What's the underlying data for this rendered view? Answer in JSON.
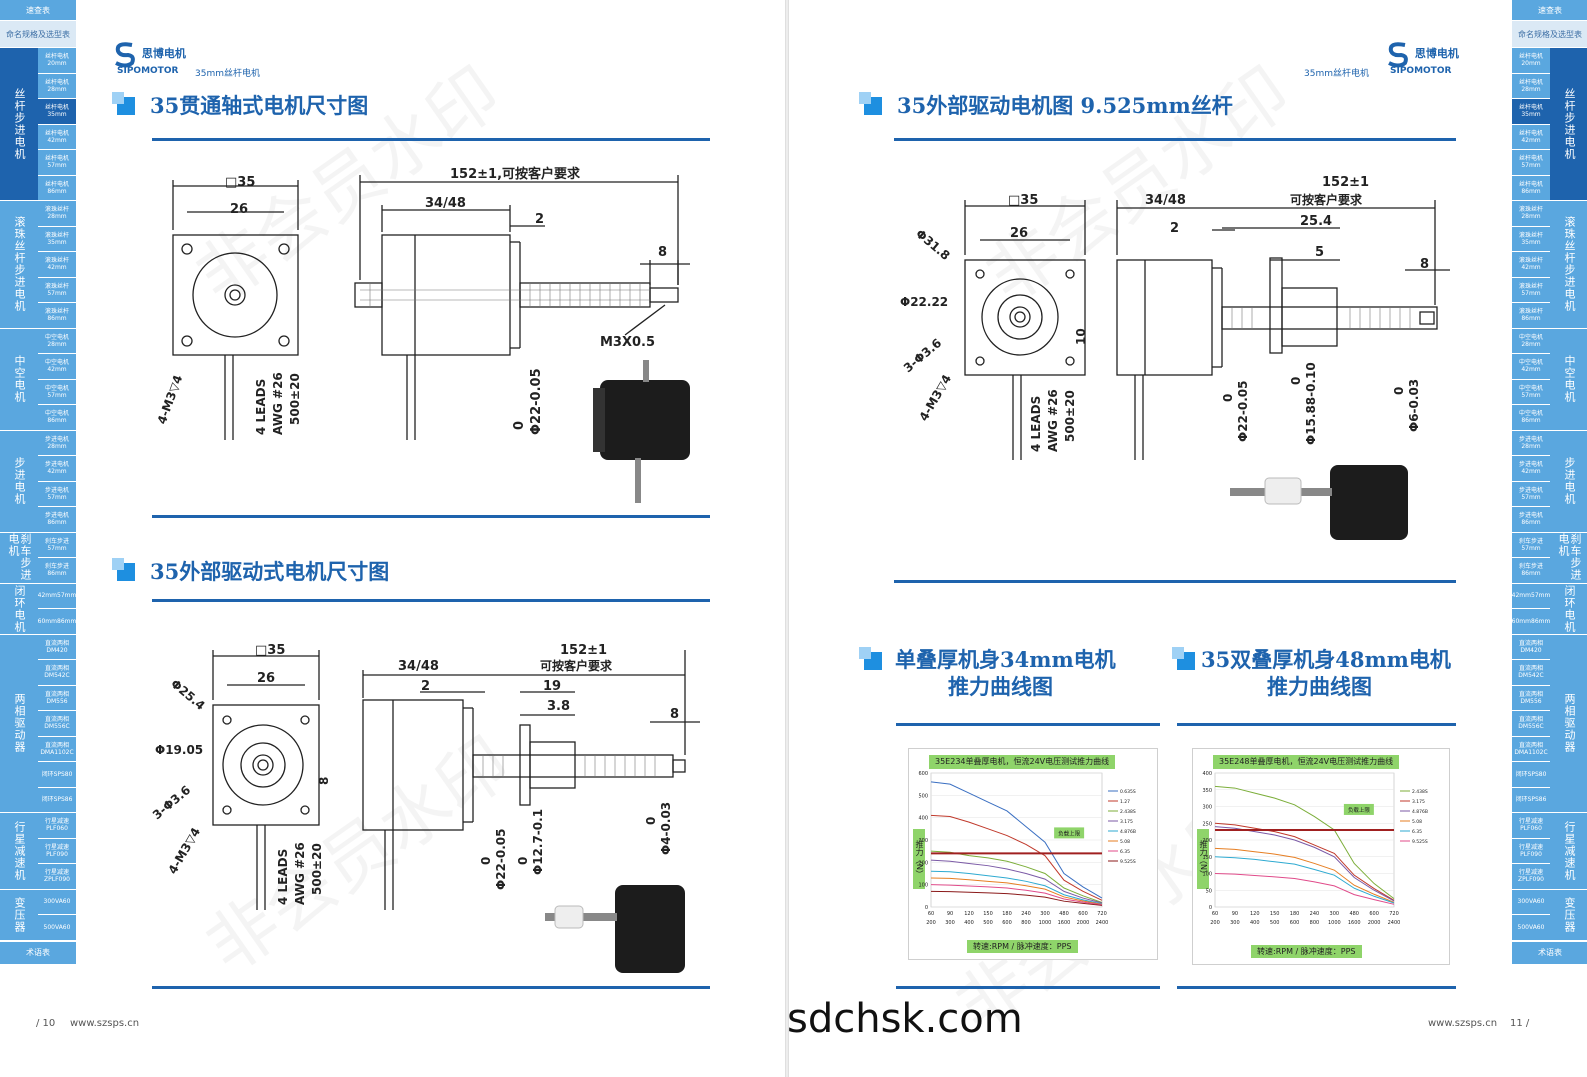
{
  "brand": {
    "name_cn": "思博电机",
    "name_en": "SIPOMOTOR",
    "subtitle": "35mm丝杆电机"
  },
  "nav": {
    "top_items": [
      "速查表",
      "命名规格及选型表"
    ],
    "groups": [
      {
        "label": "丝杆步进电机",
        "items": [
          "丝杆电机20mm",
          "丝杆电机28mm",
          "丝杆电机35mm",
          "丝杆电机42mm",
          "丝杆电机57mm",
          "丝杆电机86mm"
        ],
        "active": 2
      },
      {
        "label": "滚珠丝杆步进电机",
        "items": [
          "滚珠丝杆28mm",
          "滚珠丝杆35mm",
          "滚珠丝杆42mm",
          "滚珠丝杆57mm",
          "滚珠丝杆86mm"
        ]
      },
      {
        "label": "中空电机",
        "items": [
          "中空电机28mm",
          "中空电机42mm",
          "中空电机57mm",
          "中空电机86mm"
        ]
      },
      {
        "label": "步进电机",
        "items": [
          "步进电机28mm",
          "步进电机42mm",
          "步进电机57mm",
          "步进电机86mm"
        ]
      },
      {
        "label": "刹车步进电机",
        "items": [
          "刹车步进57mm",
          "刹车步进86mm"
        ]
      },
      {
        "label": "闭环电机",
        "items": [
          "42mm57mm",
          "60mm86mm"
        ]
      },
      {
        "label": "两相驱动器",
        "items": [
          "直流两相DM420",
          "直流两相DM542C",
          "直流两相DM556",
          "直流两相DM556C",
          "直流两相DMA1102C",
          "闭环SPS80",
          "闭环SPS86"
        ]
      },
      {
        "label": "行星减速机",
        "items": [
          "行星减速PLF060",
          "行星减速PLF090",
          "行星减速ZPLF090"
        ]
      },
      {
        "label": "变压器",
        "items": [
          "300VA60",
          "500VA60"
        ]
      }
    ],
    "bottom_item": "术语表"
  },
  "left": {
    "section1": {
      "title": "35贯通轴式电机尺寸图"
    },
    "section2": {
      "title": "35外部驱动式电机尺寸图"
    },
    "footer": {
      "page": "/ 10",
      "url": "www.szsps.cn"
    }
  },
  "right": {
    "section1": {
      "title": "35外部驱动电机图   9.525mm丝杆"
    },
    "section2": {
      "title_l1": "单叠厚机身34mm电机",
      "title_l2": "推力曲线图"
    },
    "section3": {
      "title_l1": "35双叠厚机身48mm电机",
      "title_l2": "推力曲线图"
    },
    "footer": {
      "page": "11 /",
      "url": "www.szsps.cn"
    }
  },
  "dims": {
    "d1": {
      "sq": "□35",
      "w26": "26",
      "len": "152±1,可按客户要求",
      "body": "34/48",
      "two": "2",
      "eight": "8",
      "thread": "M3X0.5",
      "shaft": "0",
      "shaft2": "Φ22-0.05",
      "holes": "4-M3▽4",
      "leads": "4 LEADS",
      "awg": "AWG #26",
      "wire": "500±20"
    },
    "d2": {
      "sq": "□35",
      "w26": "26",
      "len": "152±1",
      "len2": "可按客户要求",
      "body": "34/48",
      "two": "2",
      "nineteen": "19",
      "three8": "3.8",
      "eight": "8",
      "d254": "Φ25.4",
      "d1905": "Φ19.05",
      "d36": "3-Φ3.6",
      "holes": "4-M3▽4",
      "leads": "4 LEADS",
      "awg": "AWG #26",
      "wire": "500±20",
      "e8": "8",
      "s1": "Φ22-0.05",
      "s2": "Φ12.7-0.1",
      "s3": "Φ4-0.03",
      "zero": "0"
    },
    "d3": {
      "sq": "□35",
      "w26": "26",
      "len": "152±1",
      "len2": "可按客户要求",
      "body": "34/48",
      "two": "2",
      "d254": "25.4",
      "five": "5",
      "eight": "8",
      "d318": "Φ31.8",
      "d2222": "Φ22.22",
      "d36": "3-Φ3.6",
      "holes": "4-M3▽4",
      "leads": "4 LEADS",
      "awg": "AWG #26",
      "wire": "500±20",
      "ten": "10",
      "s1": "Φ22-0.05",
      "s2": "Φ15.88-0.10",
      "s3": "Φ6-0.03",
      "zero": "0"
    }
  },
  "charts": {
    "colors": {
      "blue": "#3a6fc2",
      "red": "#c0392b",
      "green": "#7cae3a",
      "purple": "#7b5aa6",
      "orange": "#e67e22",
      "cyan": "#2eaad1",
      "pink": "#e04b8a",
      "maroon": "#8b1a1a"
    },
    "chart_data": [
      {
        "type": "line",
        "title": "35E234单叠厚电机，恒流24V电压测试推力曲线",
        "xlabel": "转速:RPM / 脉冲速度：PPS",
        "ylabel": "推力（N）",
        "x_rpm": [
          60,
          90,
          120,
          150,
          180,
          240,
          300,
          480,
          600,
          720
        ],
        "x_pps": [
          200,
          300,
          400,
          500,
          600,
          800,
          1000,
          1600,
          2000,
          2400
        ],
        "ylim": [
          0,
          600
        ],
        "yticks": [
          0,
          100,
          200,
          300,
          400,
          500,
          600
        ],
        "annotation": "负载上限",
        "load_limit": 240,
        "series": [
          {
            "name": "0.635S",
            "color": "#3a6fc2",
            "values": [
              560,
              550,
              510,
              470,
              430,
              360,
              290,
              150,
              90,
              40
            ]
          },
          {
            "name": "1.27",
            "color": "#c0392b",
            "values": [
              410,
              405,
              380,
              350,
              320,
              280,
              230,
              120,
              70,
              30
            ]
          },
          {
            "name": "2.438S",
            "color": "#7cae3a",
            "values": [
              250,
              245,
              230,
              220,
              205,
              180,
              150,
              85,
              50,
              20
            ]
          },
          {
            "name": "3.175",
            "color": "#7b5aa6",
            "values": [
              210,
              205,
              195,
              185,
              170,
              150,
              125,
              70,
              40,
              18
            ]
          },
          {
            "name": "4.876B",
            "color": "#2eaad1",
            "values": [
              160,
              158,
              150,
              140,
              130,
              115,
              95,
              55,
              32,
              14
            ]
          },
          {
            "name": "5.08",
            "color": "#e67e22",
            "values": [
              130,
              128,
              122,
              115,
              108,
              95,
              80,
              45,
              27,
              12
            ]
          },
          {
            "name": "6.35",
            "color": "#e04b8a",
            "values": [
              100,
              98,
              94,
              90,
              85,
              75,
              62,
              36,
              22,
              10
            ]
          },
          {
            "name": "9.525S",
            "color": "#8b1a1a",
            "values": [
              70,
              69,
              66,
              63,
              60,
              53,
              44,
              26,
              16,
              7
            ]
          }
        ]
      },
      {
        "type": "line",
        "title": "35E248单叠厚电机，恒流24V电压测试推力曲线",
        "xlabel": "转速:RPM / 脉冲速度：PPS",
        "ylabel": "推力（N）",
        "x_rpm": [
          60,
          90,
          120,
          150,
          180,
          240,
          300,
          480,
          600,
          720
        ],
        "x_pps": [
          200,
          300,
          400,
          500,
          600,
          800,
          1000,
          1600,
          2000,
          2400
        ],
        "ylim": [
          0,
          400
        ],
        "yticks": [
          0,
          50,
          100,
          150,
          200,
          250,
          300,
          350,
          400
        ],
        "annotation": "负载上限",
        "load_limit": 230,
        "series": [
          {
            "name": "2.438S",
            "color": "#7cae3a",
            "values": [
              360,
              355,
              340,
              325,
              305,
              270,
              230,
              130,
              70,
              25
            ]
          },
          {
            "name": "3.175",
            "color": "#c0392b",
            "values": [
              250,
              245,
              235,
              225,
              210,
              185,
              160,
              95,
              55,
              20
            ]
          },
          {
            "name": "4.876B",
            "color": "#7b5aa6",
            "values": [
              240,
              235,
              225,
              215,
              200,
              178,
              150,
              88,
              50,
              18
            ]
          },
          {
            "name": "5.08",
            "color": "#e67e22",
            "values": [
              175,
              172,
              165,
              158,
              148,
              130,
              110,
              65,
              38,
              14
            ]
          },
          {
            "name": "6.35",
            "color": "#2eaad1",
            "values": [
              150,
              147,
              142,
              135,
              128,
              112,
              95,
              56,
              32,
              12
            ]
          },
          {
            "name": "9.525S",
            "color": "#e04b8a",
            "values": [
              100,
              98,
              94,
              90,
              85,
              75,
              63,
              37,
              22,
              8
            ]
          }
        ]
      }
    ]
  },
  "overlay_site": "sdchsk.com",
  "watermark": "非会员水印"
}
